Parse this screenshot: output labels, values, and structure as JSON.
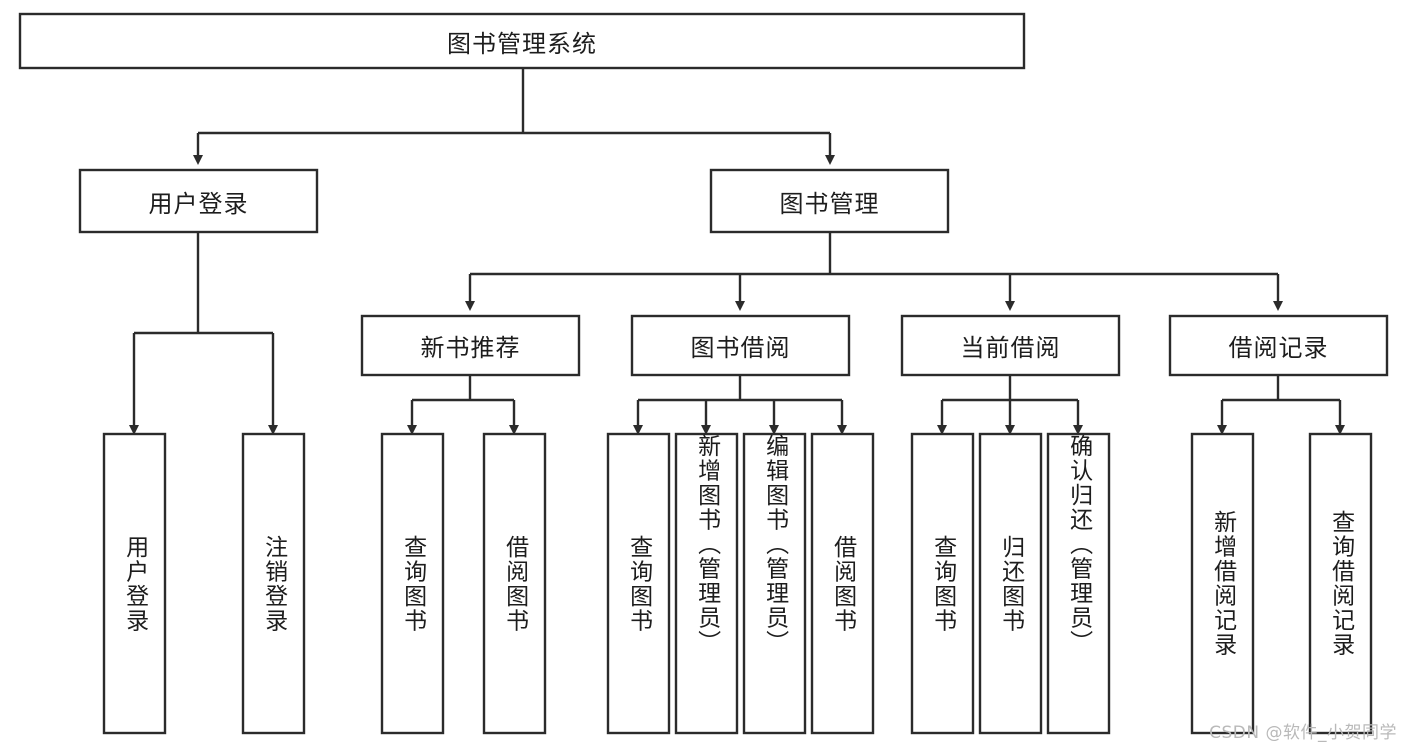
{
  "diagram": {
    "type": "tree-hierarchy-flowchart",
    "title": "图书管理系统",
    "watermark": "CSDN @软件_小贺同学",
    "colors": {
      "stroke": "#2b2b2b",
      "fill": "#ffffff",
      "text": "#1d1d1d",
      "watermark": "#b9b9b9"
    },
    "root": {
      "label": "图书管理系统"
    },
    "level1": [
      {
        "label": "用户登录"
      },
      {
        "label": "图书管理"
      }
    ],
    "level2": [
      {
        "label": "新书推荐"
      },
      {
        "label": "图书借阅"
      },
      {
        "label": "当前借阅"
      },
      {
        "label": "借阅记录"
      }
    ],
    "leaves": {
      "user_login": [
        {
          "label": "用户登录"
        },
        {
          "label": "注销登录"
        }
      ],
      "new_book_recommend": [
        {
          "label": "查询图书"
        },
        {
          "label": "借阅图书"
        }
      ],
      "book_borrow": [
        {
          "label": "查询图书"
        },
        {
          "label": "新增图书（管理员）"
        },
        {
          "label": "编辑图书（管理员）"
        },
        {
          "label": "借阅图书"
        }
      ],
      "current_borrow": [
        {
          "label": "查询图书"
        },
        {
          "label": "归还图书"
        },
        {
          "label": "确认归还（管理员）"
        }
      ],
      "borrow_record": [
        {
          "label": "新增借阅记录"
        },
        {
          "label": "查询借阅记录"
        }
      ]
    }
  }
}
